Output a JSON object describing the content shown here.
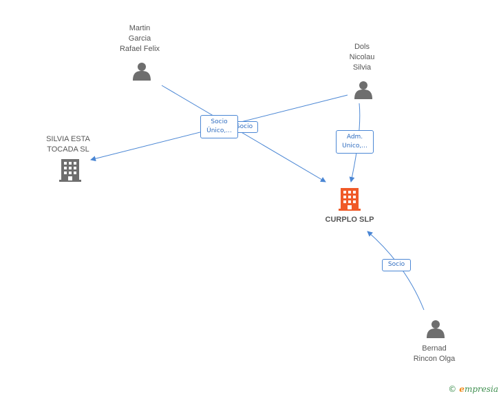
{
  "colors": {
    "edge": "#4a86d4",
    "person_icon": "#6e6e6e",
    "company_icon": "#6e6e6e",
    "main_company_icon": "#f05a28"
  },
  "nodes": {
    "martin": {
      "label": "Martin\nGarcia\nRafael Felix",
      "icon": "person-icon"
    },
    "dols": {
      "label": "Dols\nNicolau\nSilvia",
      "icon": "person-icon"
    },
    "silvia_esta": {
      "label": "SILVIA ESTA\nTOCADA  SL",
      "icon": "building-icon"
    },
    "curplo": {
      "label": "CURPLO SLP",
      "icon": "building-icon"
    },
    "bernad": {
      "label": "Bernad\nRincon Olga",
      "icon": "person-icon"
    }
  },
  "edges": {
    "socio_unico": "Socio\nÚnico,...",
    "socio_behind": "Socio",
    "adm_unico": "Adm.\nUnico,...",
    "socio_bernad": "Socio"
  },
  "brand": {
    "copyright": "©",
    "name_e": "e",
    "name_rest": "mpresia"
  }
}
